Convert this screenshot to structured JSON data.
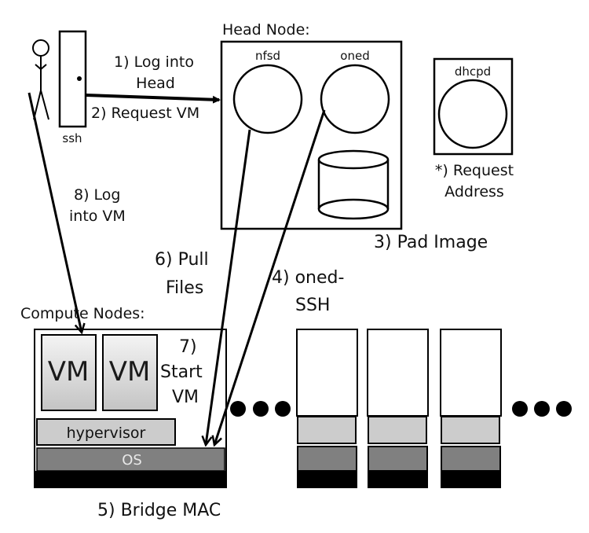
{
  "diagram": {
    "colors": {
      "line": "#000000",
      "vm_fill_top": "#f2f2f2",
      "vm_fill_bottom": "#c8c8c8",
      "hypervisor": "#cccccc",
      "os": "#808080",
      "hardware": "#000000",
      "background": "#ffffff"
    },
    "user": {
      "client_label": "ssh"
    },
    "head_node": {
      "title": "Head Node:",
      "services": [
        "nfsd",
        "oned"
      ],
      "storage": "image-store"
    },
    "dhcp_node": {
      "service": "dhcpd"
    },
    "compute": {
      "title": "Compute Nodes:",
      "vm_labels": [
        "VM",
        "VM"
      ],
      "hypervisor_label": "hypervisor",
      "os_label": "OS",
      "extra_nodes_count": 3
    },
    "steps": {
      "s1_line1": "1) Log into",
      "s1_line2": "Head",
      "s2": "2) Request VM",
      "s3": "3) Pad Image",
      "s4_line1": "4) oned-",
      "s4_line2": "SSH",
      "s5": "5) Bridge MAC",
      "s6_line1": "6) Pull",
      "s6_line2": "Files",
      "s7_line1": "7)",
      "s7_line2": "Start",
      "s7_line3": "VM",
      "s8_line1": "8) Log",
      "s8_line2": "into VM",
      "star_line1": "*) Request",
      "star_line2": "Address"
    },
    "ellipsis": "..."
  }
}
